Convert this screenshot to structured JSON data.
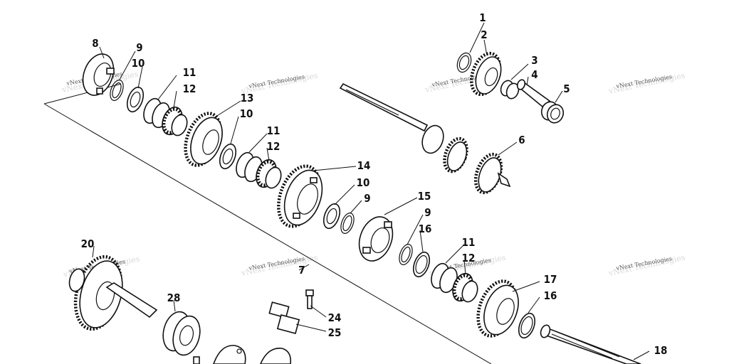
{
  "watermark": {
    "text": "vNext Technologies"
  },
  "callouts": {
    "c1": "1",
    "c2": "2",
    "c3": "3",
    "c4": "4",
    "c5": "5",
    "c6": "6",
    "c7": "7",
    "c8": "8",
    "c9a": "9",
    "c9b": "9",
    "c9c": "9",
    "c10a": "10",
    "c10b": "10",
    "c10c": "10",
    "c11a": "11",
    "c11b": "11",
    "c11c": "11",
    "c12a": "12",
    "c12b": "12",
    "c12c": "12",
    "c13": "13",
    "c14": "14",
    "c15": "15",
    "c16a": "16",
    "c16b": "16",
    "c17": "17",
    "c18": "18",
    "c20": "20",
    "c24": "24",
    "c25": "25",
    "c28": "28"
  }
}
